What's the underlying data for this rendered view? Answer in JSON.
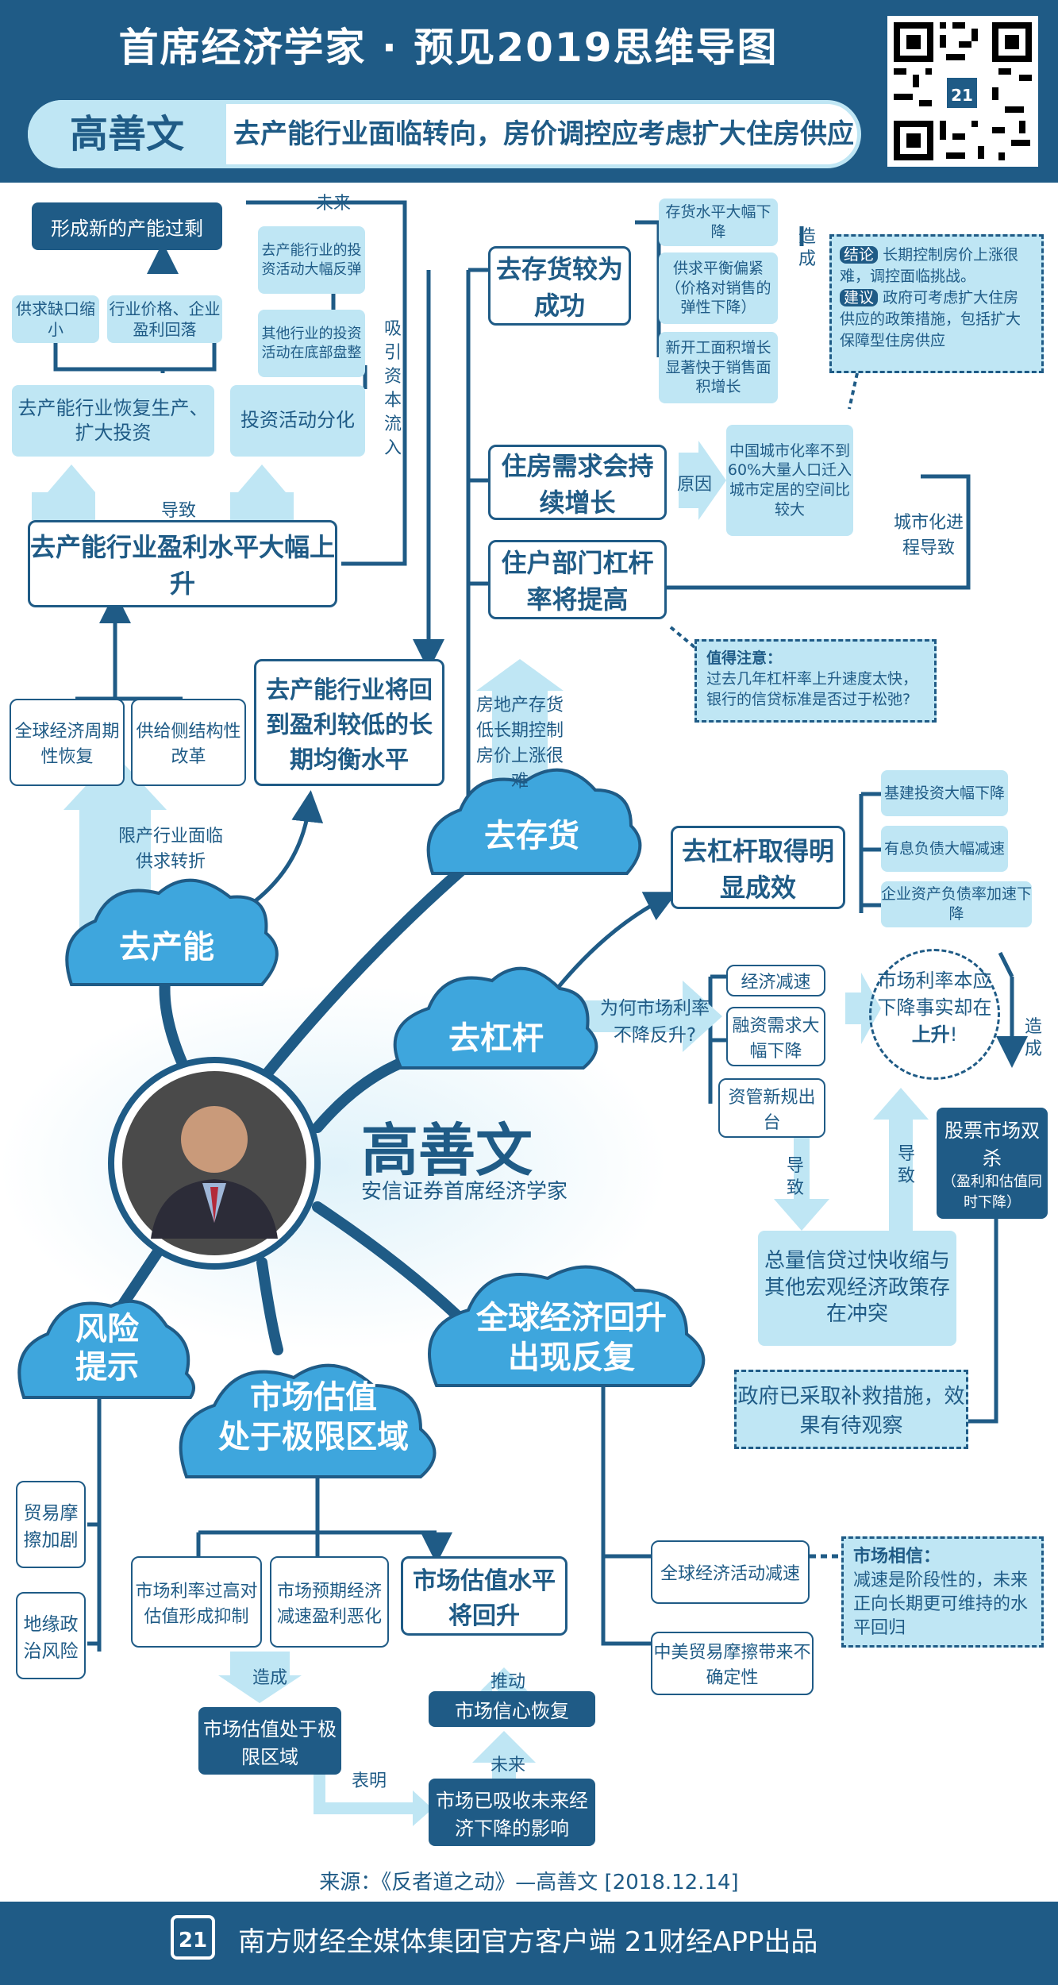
{
  "header": {
    "title": "首席经济学家 · 预见2019思维导图",
    "name": "高善文",
    "subtitle": "去产能行业面临转向，房价调控应考虑扩大住房供应",
    "qr_logo": "21"
  },
  "center": {
    "name": "高善文",
    "title": "安信证券首席经济学家"
  },
  "clouds": {
    "qu_chan_neng": "去产能",
    "qu_cun_huo": "去存货",
    "qu_gang_gan": "去杠杆",
    "feng_xian_1": "风险",
    "feng_xian_2": "提示",
    "shi_chang_1": "市场估值",
    "shi_chang_2": "处于极限区域",
    "quan_qiu_1": "全球经济回升",
    "quan_qiu_2": "出现反复"
  },
  "capacity": {
    "new_overcapacity": "形成新的产能过剩",
    "future_label": "未来",
    "supply_gap": "供求缺口缩小",
    "price_recover": "行业价格、企业盈利回落",
    "invest_rebound": "去产能行业的投资活动大幅反弹",
    "other_invest": "其他行业的投资活动在底部盘整",
    "attract_capital": "吸引资本流入",
    "resume_production": "去产能行业恢复生产、扩大投资",
    "invest_diverge": "投资活动分化",
    "lead_to": "导致",
    "profit_rise": "去产能行业盈利水平大幅上升",
    "global_recovery": "全球经济周期性恢复",
    "supply_reform": "供给侧结构性改革",
    "return_equilibrium": "去产能行业将回到盈利较低的长期均衡水平",
    "limit_production": "限产行业面临供求转折"
  },
  "inventory": {
    "success": "去存货较为成功",
    "stock_drop": "存货水平大幅下降",
    "tight_supply": "供求平衡偏紧（价格对销售的弹性下降）",
    "new_construction": "新开工面积增长显著快于销售面积增长",
    "cause": "造成",
    "conclusion_tag": "结论",
    "conclusion": "长期控制房价上涨很难，调控面临挑战。",
    "suggestion_tag": "建议",
    "suggestion": "政府可考虑扩大住房供应的政策措施，包括扩大保障型住房供应",
    "demand_growth": "住房需求会持续增长",
    "reason": "原因",
    "urbanization": "中国城市化率不到60%大量人口迁入城市定居的空间比较大",
    "urbanization_lead": "城市化进程导致",
    "leverage_up": "住户部门杠杆率将提高",
    "note_title": "值得注意：",
    "note": "过去几年杠杆率上升速度太快，银行的信贷标准是否过于松弛?",
    "low_inventory": "房地产存货低长期控制房价上涨很难"
  },
  "deleverage": {
    "effect": "去杠杆取得明显成效",
    "infrastructure": "基建投资大幅下降",
    "debt_decline": "有息负债大幅减速",
    "corp_debt": "企业资产负债率加速下降",
    "why_rate": "为何市场利率不降反升?",
    "econ_slow": "经济减速",
    "finance_demand": "融资需求大幅下降",
    "asset_rules": "资管新规出台",
    "rate_should_fall_1": "市场利率本应下降事实却在",
    "rate_should_fall_2": "上升",
    "rate_should_fall_3": "!",
    "cause": "造成",
    "stock_double_kill": "股票市场双杀",
    "stock_double_kill_note": "（盈利和估值同时下降）",
    "lead_a": "导致",
    "lead_b": "导致",
    "credit_conflict": "总量信贷过快收缩与其他宏观经济政策存在冲突",
    "remedy": "政府已采取补救措施，效果有待观察"
  },
  "risk": {
    "trade_friction": "贸易摩擦加剧",
    "geopolitics": "地缘政治风险"
  },
  "valuation": {
    "rate_too_high": "市场利率过高对估值形成抑制",
    "expect_slow": "市场预期经济减速盈利恶化",
    "will_rebound": "市场估值水平将回升",
    "cause": "造成",
    "at_limit": "市场估值处于极限区域",
    "show": "表明",
    "absorbed": "市场已吸收未来经济下降的影响",
    "future": "未来",
    "confidence": "市场信心恢复",
    "push": "推动"
  },
  "global": {
    "slowdown": "全球经济活动减速",
    "trade_uncertainty": "中美贸易摩擦带来不确定性",
    "market_tag": "市场相信：",
    "market_belief": "减速是阶段性的，未来正向长期更可维持的水平回归"
  },
  "source": "来源：《反者道之动》—高善文 [2018.12.14]",
  "footer": {
    "logo": "21",
    "text": "南方财经全媒体集团官方客户端   21财经APP出品"
  },
  "colors": {
    "dark_blue": "#1f5b86",
    "light_blue": "#bfe6f4",
    "cloud_blue": "#3ea6dd"
  }
}
